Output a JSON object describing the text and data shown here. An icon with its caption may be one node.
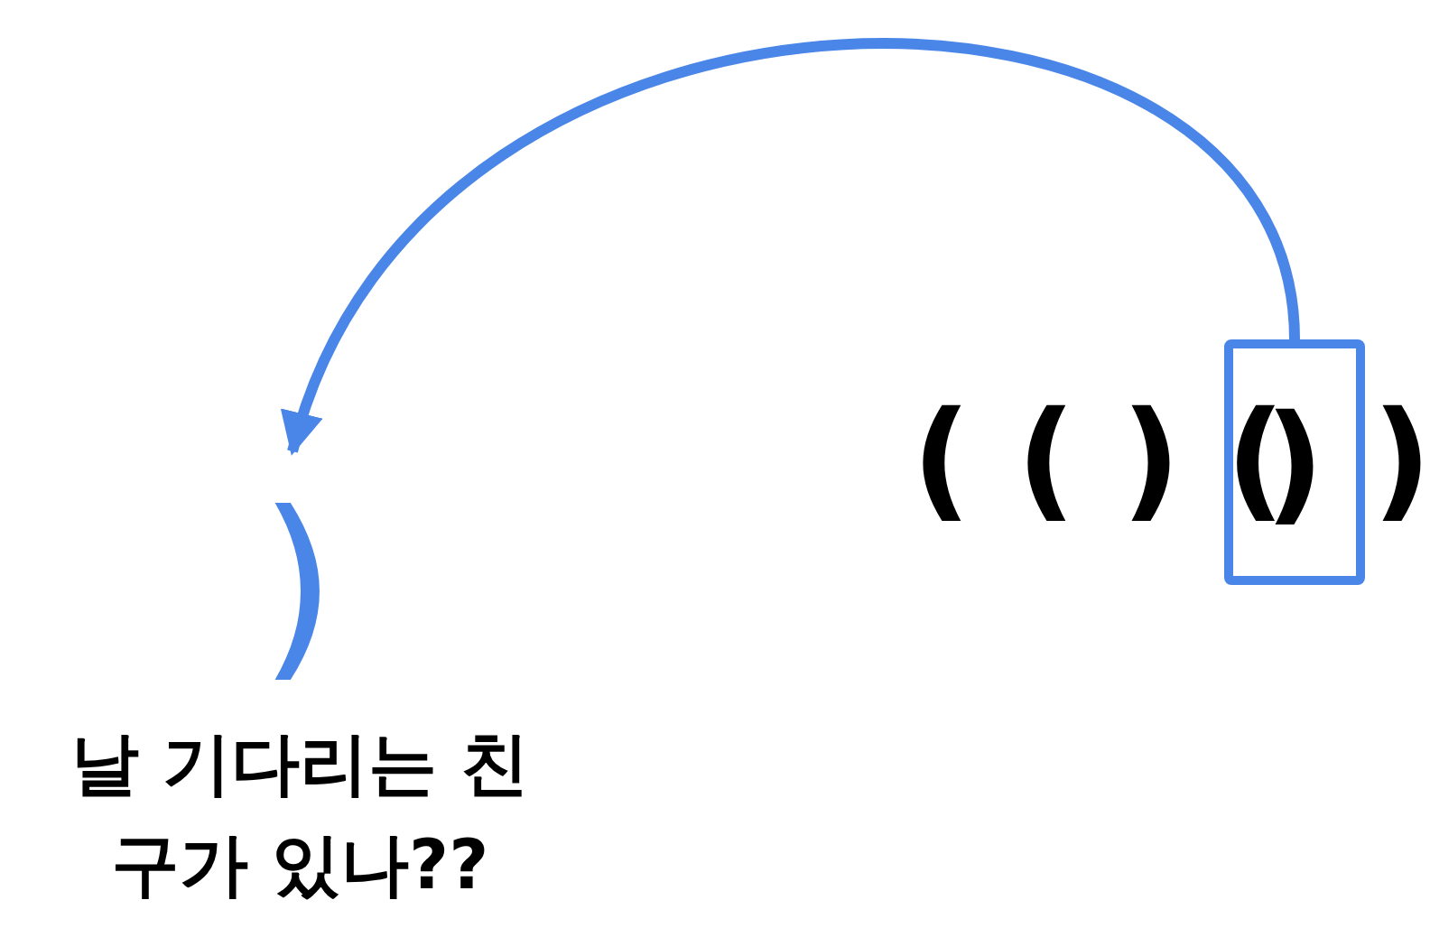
{
  "diagram": {
    "nodes": [
      {
        "text": [
          ")"
        ]
      },
      {
        "text": [
          ")"
        ],
        "beside": [
          "날 기다리는 친구가 있나??"
        ]
      }
    ],
    "edges": [
      {
        "from": 0,
        "to": 1,
        "arrow": "to",
        "color": "#4a86e8"
      }
    ],
    "labels": [
      "( ( ) (",
      ")"
    ]
  }
}
